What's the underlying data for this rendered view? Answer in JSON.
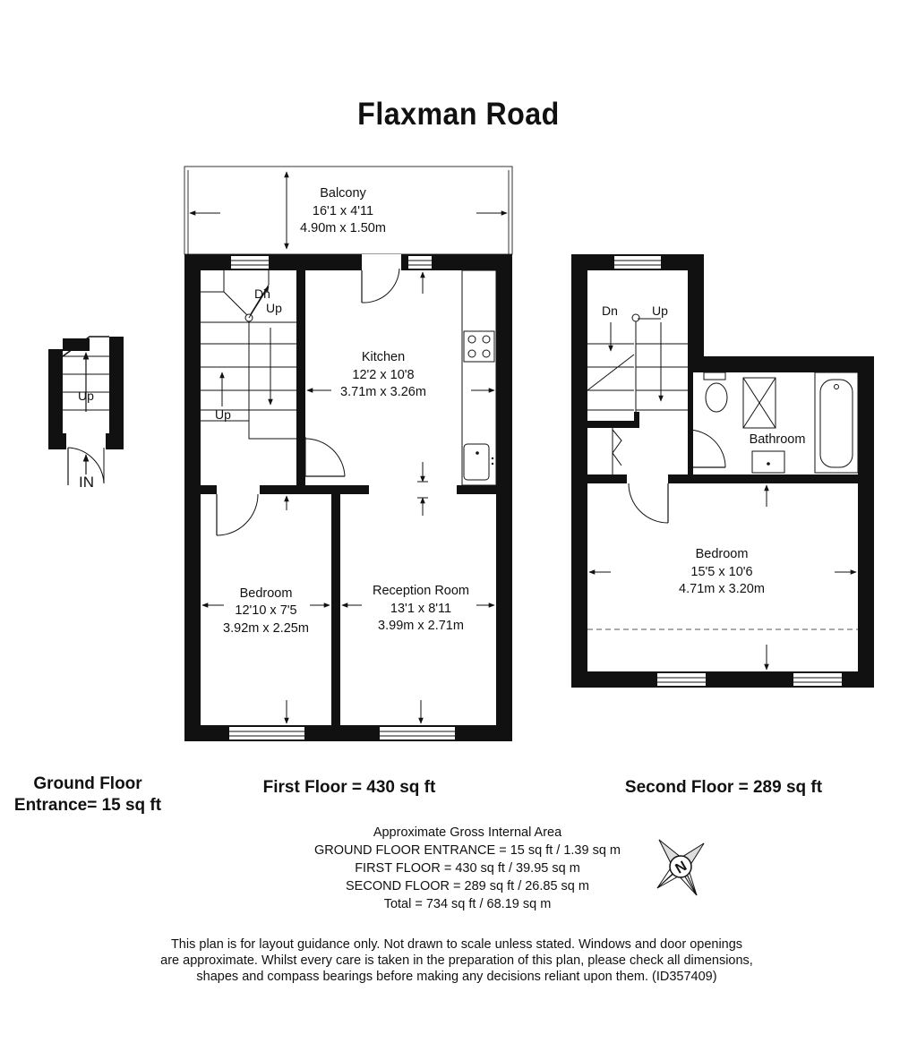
{
  "title": "Flaxman Road",
  "rooms": {
    "balcony": {
      "name": "Balcony",
      "imperial": "16'1 x 4'11",
      "metric": "4.90m x 1.50m"
    },
    "kitchen": {
      "name": "Kitchen",
      "imperial": "12'2 x 10'8",
      "metric": "3.71m x 3.26m"
    },
    "bedroom1": {
      "name": "Bedroom",
      "imperial": "12'10 x 7'5",
      "metric": "3.92m x 2.25m"
    },
    "reception": {
      "name": "Reception Room",
      "imperial": "13'1 x 8'11",
      "metric": "3.99m x 2.71m"
    },
    "bedroom2": {
      "name": "Bedroom",
      "imperial": "15'5 x 10'6",
      "metric": "4.71m x 3.20m"
    },
    "bathroom": {
      "name": "Bathroom"
    }
  },
  "stair_labels": {
    "up": "Up",
    "down": "Dn",
    "in": "IN"
  },
  "floors": {
    "ground_line1": "Ground Floor",
    "ground_line2": "Entrance= 15 sq ft",
    "first": "First Floor = 430 sq ft",
    "second": "Second Floor = 289 sq ft"
  },
  "area_summary": {
    "heading": "Approximate Gross Internal Area",
    "ground": "GROUND FLOOR ENTRANCE = 15 sq ft / 1.39 sq m",
    "first": "FIRST FLOOR = 430 sq ft / 39.95 sq m",
    "second": "SECOND FLOOR = 289 sq ft / 26.85 sq m",
    "total": "Total = 734 sq ft / 68.19 sq m"
  },
  "compass": {
    "label": "N"
  },
  "disclaimer": {
    "line1": "This plan is for layout guidance only. Not drawn to scale unless stated. Windows and door openings",
    "line2": "are approximate. Whilst every care is taken in the preparation of this plan, please check all dimensions,",
    "line3": "shapes and compass bearings before making any decisions reliant upon them. (ID357409)"
  },
  "colors": {
    "wall": "#111111",
    "background": "#ffffff"
  }
}
